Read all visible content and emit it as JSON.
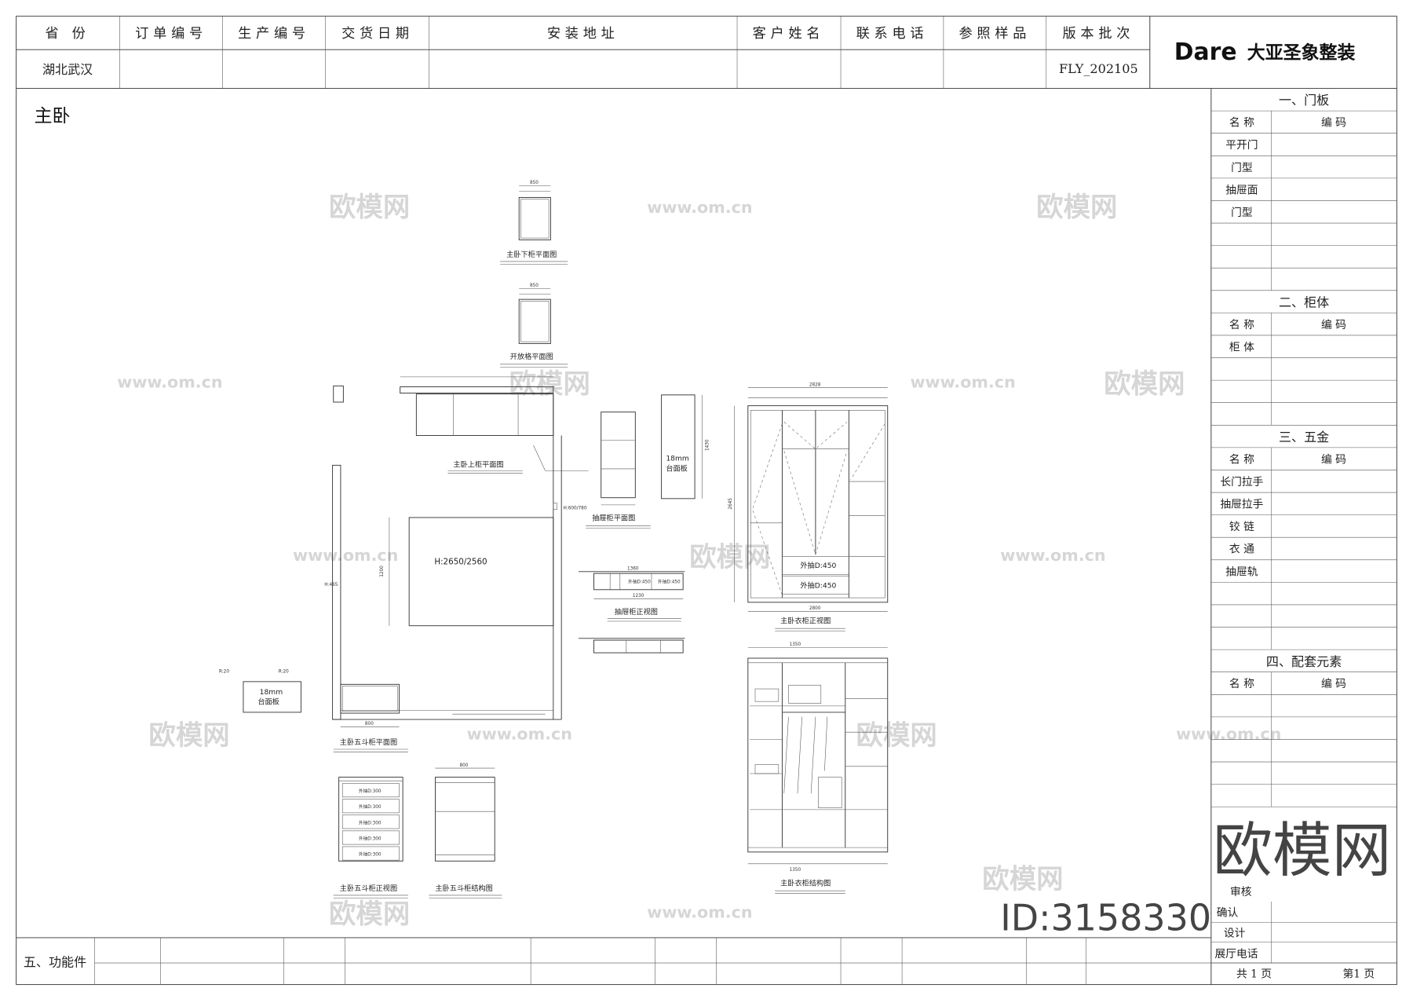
{
  "header": {
    "columns": [
      "省 份",
      "订单编号",
      "生产编号",
      "交货日期",
      "安装地址",
      "客户姓名",
      "联系电话",
      "参照样品",
      "版本批次"
    ],
    "values": {
      "province": "湖北武汉",
      "version": "FLY_202105"
    },
    "logo": {
      "brand": "Dare",
      "name": "大亚圣象整装"
    }
  },
  "room_title": "主卧",
  "side_table": {
    "sections": [
      {
        "title": "一、门板",
        "col_name": "名 称",
        "col_code": "编    码",
        "items": [
          "平开门",
          "门型",
          "抽屉面",
          "门型",
          "",
          "",
          ""
        ]
      },
      {
        "title": "二、柜体",
        "col_name": "名 称",
        "col_code": "编    码",
        "items": [
          "柜 体",
          "",
          "",
          ""
        ]
      },
      {
        "title": "三、五金",
        "col_name": "名 称",
        "col_code": "编    码",
        "items": [
          "长门拉手",
          "抽屉拉手",
          "铰 链",
          "衣 通",
          "抽屉轨",
          "",
          "",
          ""
        ]
      },
      {
        "title": "四、配套元素",
        "col_name": "名 称",
        "col_code": "编    码",
        "items": [
          "",
          "",
          "",
          "",
          ""
        ]
      }
    ],
    "review": "审核",
    "confirm": "确认",
    "design": "设计",
    "showroom_phone": "展厅电话",
    "total_pages": "共 1 页",
    "current_page": "第1 页"
  },
  "footer": {
    "functional_parts": "五、功能件"
  },
  "drawings": {
    "lower_cabinet_plan": "主卧下柜平面图",
    "open_shelf_plan": "开放格平面图",
    "upper_cabinet_plan": "主卧上柜平面图",
    "drawer_cabinet_plan": "抽屉柜平面图",
    "drawer_cabinet_front": "抽屉柜正视图",
    "countertop": "18mm",
    "countertop_label": "台面板",
    "room_height": "H:2650/2560",
    "h465": "H:465",
    "h600": "H:600/780",
    "chest_plan": "主卧五斗柜平面图",
    "chest_front": "主卧五斗柜正视图",
    "chest_structure": "主卧五斗柜结构图",
    "wardrobe_front": "主卧衣柜正视图",
    "wardrobe_structure": "主卧衣柜结构图",
    "wardrobe_drawer": "外抽D:450",
    "chest_drawer": "外抽D:300",
    "radius": "R:20",
    "dims": {
      "w850": "850",
      "w2828": "2828",
      "w2800": "2800",
      "w1350": "1350",
      "h2645": "2645",
      "w800": "800",
      "w1360": "1360",
      "w1230": "1230",
      "h1430": "1430",
      "w1200": "1200"
    }
  },
  "watermark": {
    "site": "www.om.cn",
    "brand": "欧模网",
    "id": "ID:3158330"
  }
}
